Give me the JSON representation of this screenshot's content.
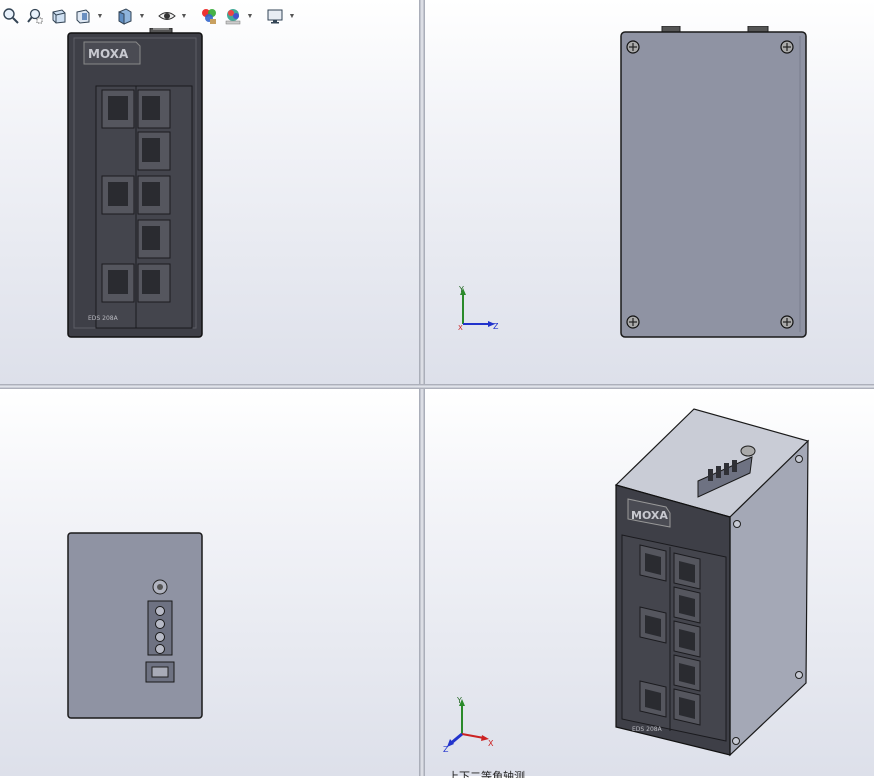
{
  "app": {
    "name": "SolidWorks heads-up view toolbar"
  },
  "toolbar": {
    "items": [
      {
        "icon": "zoom-to-fit-icon"
      },
      {
        "icon": "zoom-area-icon"
      },
      {
        "icon": "previous-view-icon"
      },
      {
        "icon": "section-view-icon",
        "has_menu": true
      },
      {
        "icon": "view-orientation-icon",
        "has_menu": true
      },
      {
        "icon": "hide-show-items-icon",
        "has_menu": true
      },
      {
        "icon": "edit-appearance-icon"
      },
      {
        "icon": "apply-scene-icon",
        "has_menu": true
      },
      {
        "icon": "view-settings-icon",
        "has_menu": true
      }
    ]
  },
  "model": {
    "brand_label": "MOXA",
    "model_label": "EDS 208A"
  },
  "triads": {
    "top_right": {
      "y": "Y",
      "z": "Z",
      "x": "X"
    },
    "bottom_right": {
      "y": "Y",
      "z": "Z",
      "x": "X"
    }
  },
  "status_bar": {
    "text": "上下二等角轴测"
  },
  "colors": {
    "body_dark": "#3e3f47",
    "body_light": "#8f93a3",
    "body_side": "#6e7282",
    "axis_x": "#cc2222",
    "axis_y": "#2a8a2a",
    "axis_z": "#2233cc"
  }
}
